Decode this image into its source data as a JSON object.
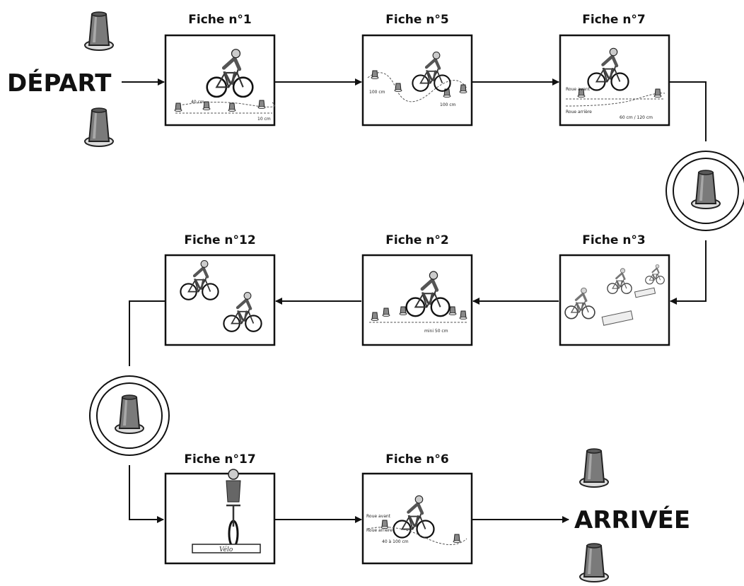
{
  "start": {
    "label": "DÉPART"
  },
  "finish": {
    "label": "ARRIVÉE"
  },
  "cards": [
    {
      "title": "Fiche n°1",
      "annotations": [
        "40 cm",
        "10 cm"
      ]
    },
    {
      "title": "Fiche n°5",
      "annotations": [
        "100 cm",
        "100 cm"
      ]
    },
    {
      "title": "Fiche n°7",
      "annotations": [
        "Roue avant",
        "Roue arrière",
        "60 cm / 120 cm"
      ]
    },
    {
      "title": "Fiche n°12",
      "annotations": []
    },
    {
      "title": "Fiche n°2",
      "annotations": [
        "mini 50 cm"
      ]
    },
    {
      "title": "Fiche n°3",
      "annotations": []
    },
    {
      "title": "Fiche n°17",
      "annotations": [
        "Vélo"
      ]
    },
    {
      "title": "Fiche n°6",
      "annotations": [
        "Roue avant",
        "Roue arrière",
        "40 à 100 cm"
      ]
    }
  ]
}
